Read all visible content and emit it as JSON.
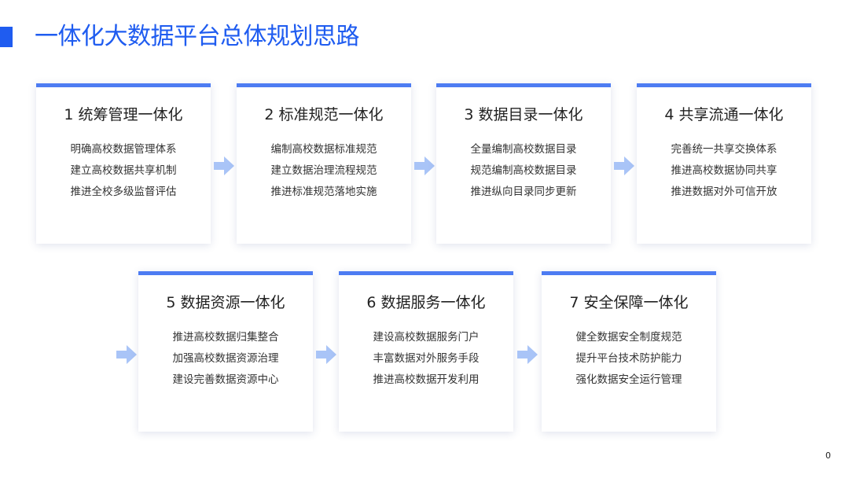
{
  "page": {
    "title": "一体化大数据平台总体规划思路",
    "page_number": "0"
  },
  "colors": {
    "accent": "#1f5cf0",
    "card_top": "#4d7cf2",
    "arrow": "#a9c4f7"
  },
  "cards": [
    {
      "title": "1  统筹管理一体化",
      "lines": [
        "明确高校数据管理体系",
        "建立高校数据共享机制",
        "推进全校多级监督评估"
      ]
    },
    {
      "title": "2  标准规范一体化",
      "lines": [
        "编制高校数据标准规范",
        "建立数据治理流程规范",
        "推进标准规范落地实施"
      ]
    },
    {
      "title": "3  数据目录一体化",
      "lines": [
        "全量编制高校数据目录",
        "规范编制高校数据目录",
        "推进纵向目录同步更新"
      ]
    },
    {
      "title": "4  共享流通一体化",
      "lines": [
        "完善统一共享交换体系",
        "推进高校数据协同共享",
        "推进数据对外可信开放"
      ]
    },
    {
      "title": "5  数据资源一体化",
      "lines": [
        "推进高校数据归集整合",
        "加强高校数据资源治理",
        "建设完善数据资源中心"
      ]
    },
    {
      "title": "6  数据服务一体化",
      "lines": [
        "建设高校数据服务门户",
        "丰富数据对外服务手段",
        "推进高校数据开发利用"
      ]
    },
    {
      "title": "7  安全保障一体化",
      "lines": [
        "健全数据安全制度规范",
        "提升平台技术防护能力",
        "强化数据安全运行管理"
      ]
    }
  ]
}
